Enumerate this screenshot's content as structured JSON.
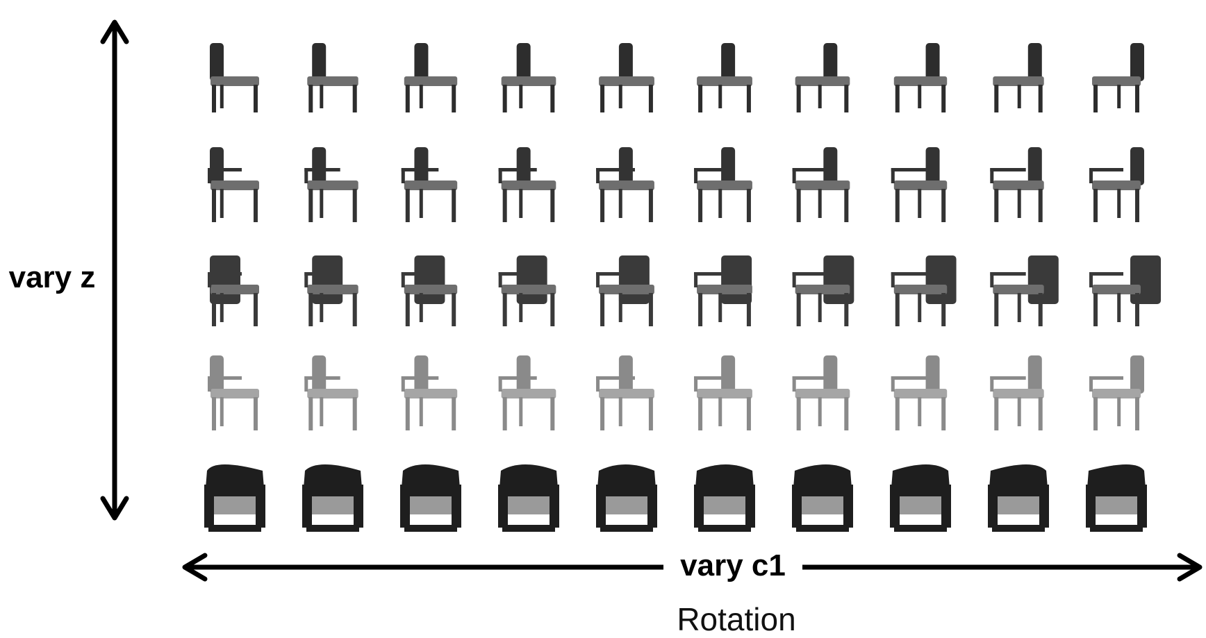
{
  "labels": {
    "vertical_axis": "vary z",
    "horizontal_axis": "vary c1",
    "caption": "Rotation"
  },
  "grid": {
    "rows": 5,
    "columns": 10,
    "row_styles": [
      {
        "name": "plain-side-chair",
        "shade": "#2d2d2d",
        "arms": false
      },
      {
        "name": "armchair-wooden",
        "shade": "#333333",
        "arms": true
      },
      {
        "name": "reclining-chair",
        "shade": "#3a3a3a",
        "arms": true
      },
      {
        "name": "light-slat-chair",
        "shade": "#8a8a8a",
        "arms": true
      },
      {
        "name": "upholstered-armchair",
        "shade": "#1e1e1e",
        "arms": true
      }
    ]
  },
  "colors": {
    "background": "#ffffff",
    "arrow": "#000000"
  }
}
